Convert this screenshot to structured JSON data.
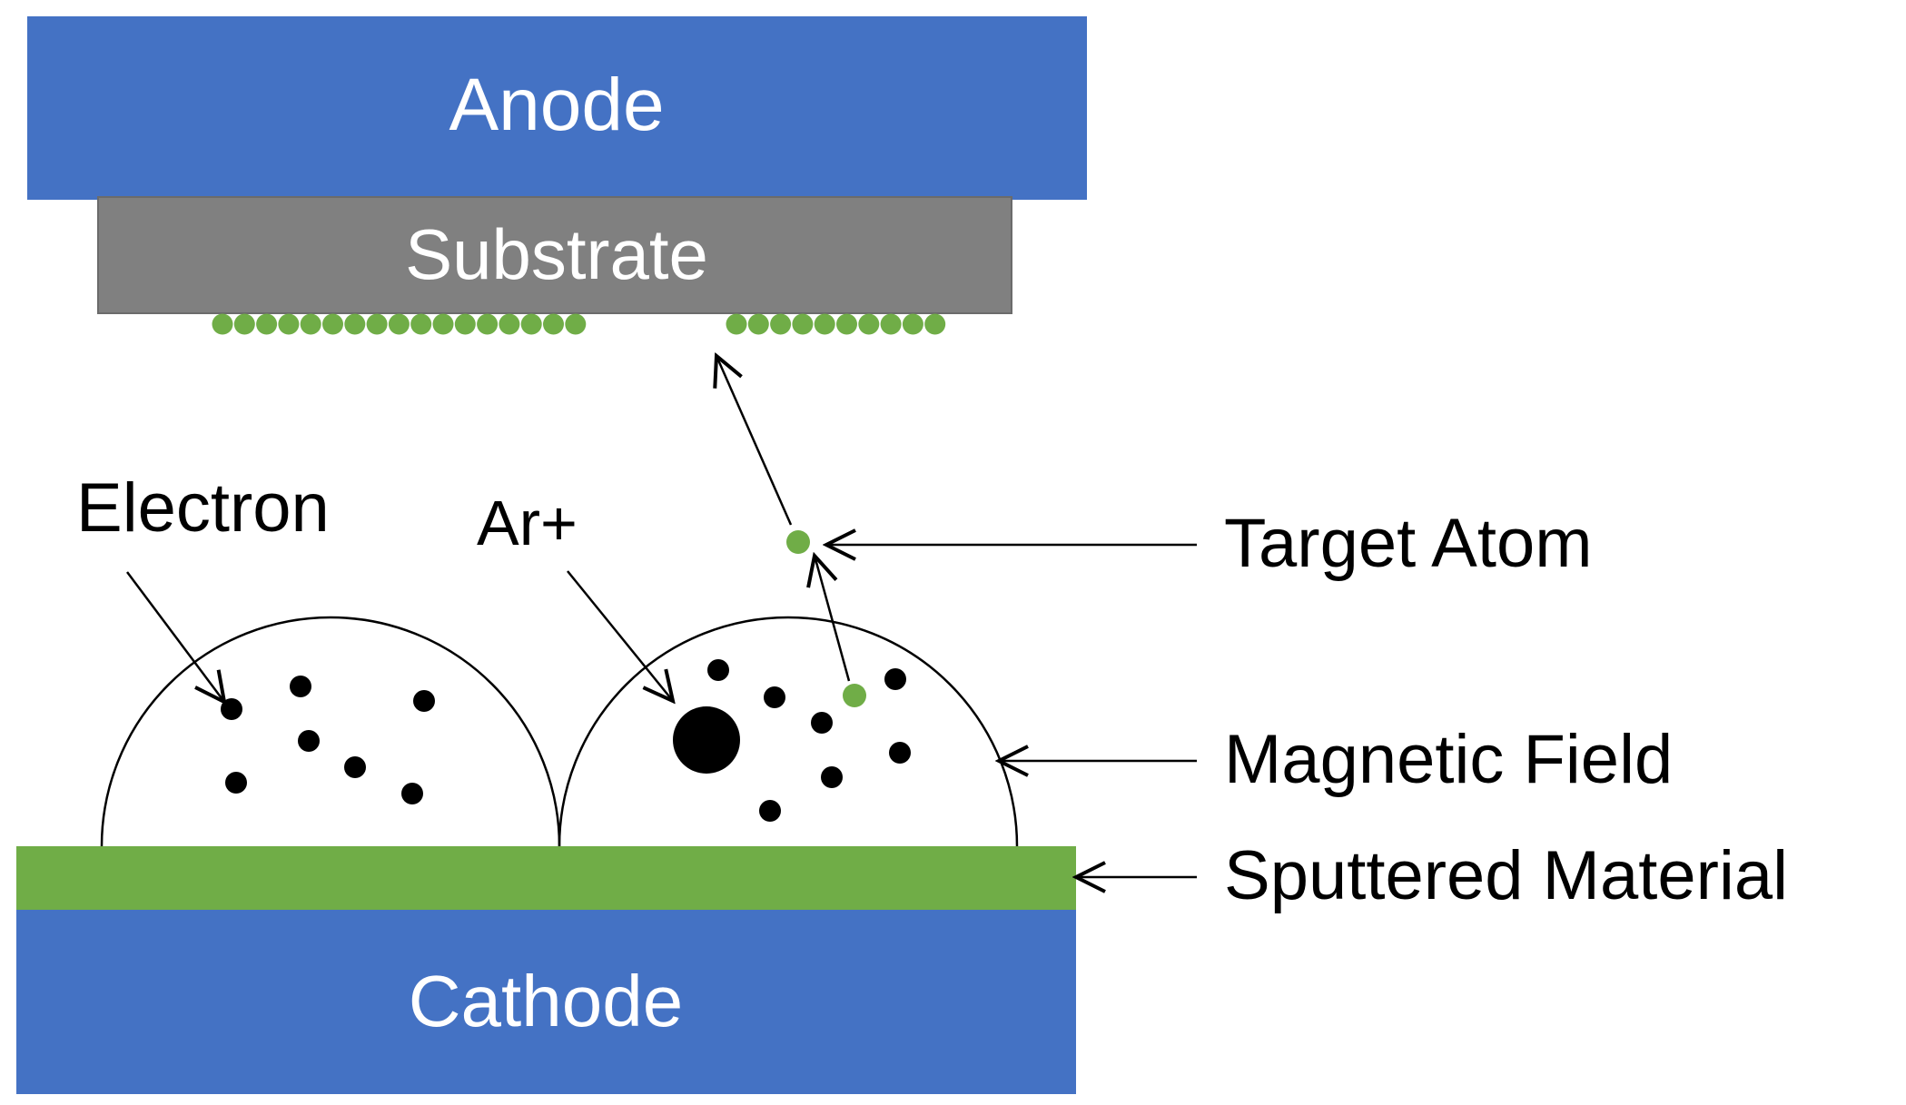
{
  "plates": {
    "anode": "Anode",
    "substrate": "Substrate",
    "cathode": "Cathode"
  },
  "labels": {
    "electron": "Electron",
    "ar_ion": "Ar+",
    "target_atom": "Target Atom",
    "magnetic_field": "Magnetic Field",
    "sputtered_material": "Sputtered Material"
  },
  "colors": {
    "anode": "#4472C4",
    "cathode": "#4472C4",
    "substrate": "#808080",
    "sputtered_material": "#70AD47",
    "target_atom": "#70AD47",
    "electron": "#000000"
  }
}
